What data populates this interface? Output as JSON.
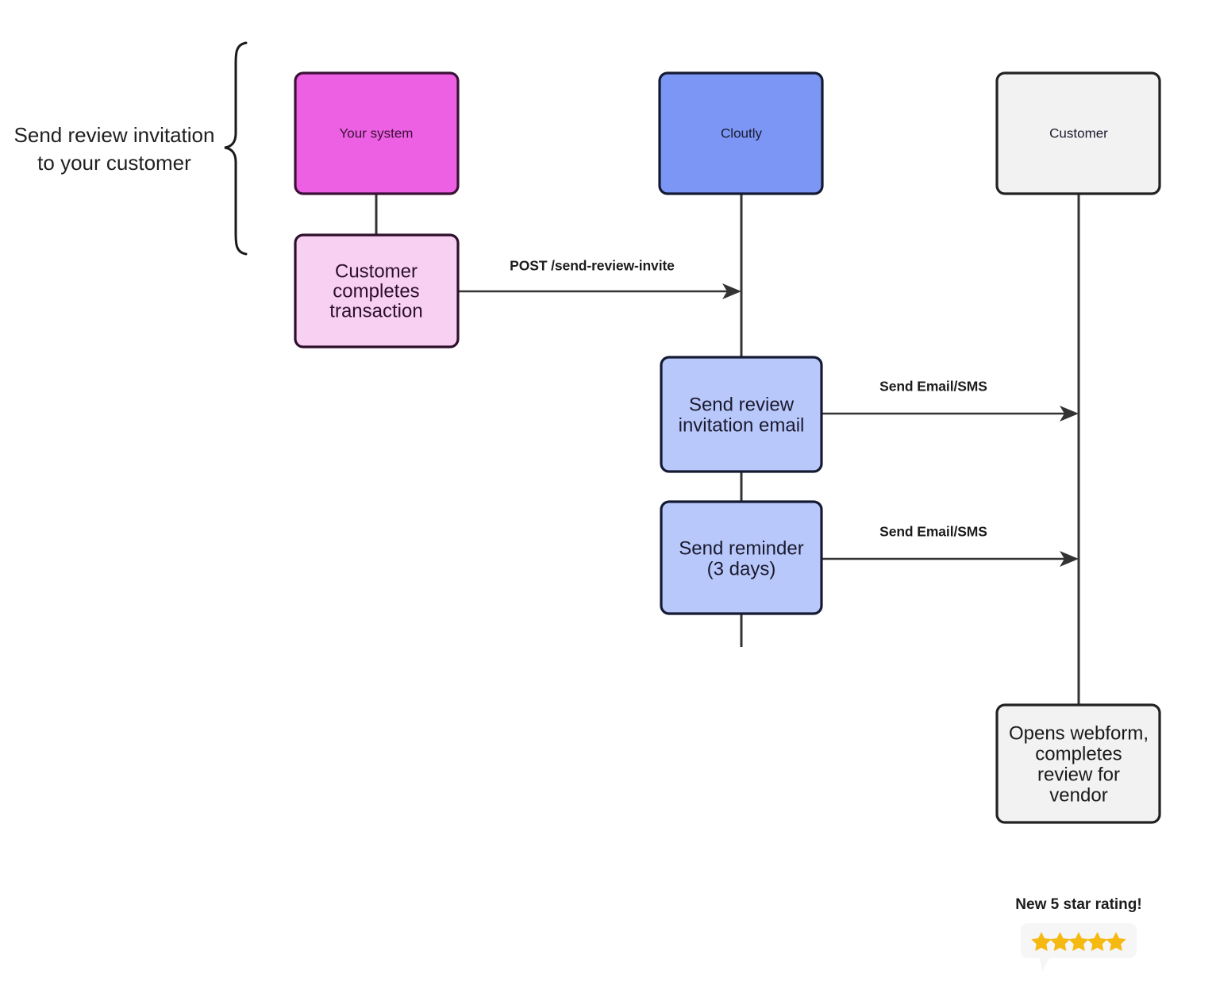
{
  "diagram": {
    "title": "Send review invitation to your customer",
    "type": "sequence-flow",
    "annotation": {
      "line1": "Send review invitation",
      "line2": "to your customer",
      "brace_icon": "curly-brace-icon"
    },
    "colors": {
      "your_system_fill": "#ed5fe3",
      "your_system_stroke": "#3a1236",
      "your_system_child_fill": "#f7d0f2",
      "cloutly_fill": "#7b96f5",
      "cloutly_stroke": "#151a33",
      "cloutly_child_fill": "#b9c8fb",
      "customer_fill": "#f2f2f2",
      "customer_stroke": "#222222",
      "connector": "#333333",
      "star": "#f5b912",
      "bubble": "#f6f6f6"
    },
    "lanes": [
      {
        "id": "your-system",
        "label": "Your system"
      },
      {
        "id": "cloutly",
        "label": "Cloutly"
      },
      {
        "id": "customer",
        "label": "Customer"
      }
    ],
    "nodes": [
      {
        "id": "your-system-header",
        "lane": "your-system",
        "label": "Your system",
        "kind": "actor"
      },
      {
        "id": "customer-completes-transaction",
        "lane": "your-system",
        "label": "Customer completes transaction",
        "lines": [
          "Customer",
          "completes",
          "transaction"
        ],
        "kind": "process"
      },
      {
        "id": "cloutly-header",
        "lane": "cloutly",
        "label": "Cloutly",
        "kind": "actor"
      },
      {
        "id": "send-review-invitation-email",
        "lane": "cloutly",
        "label": "Send review invitation email",
        "lines": [
          "Send review",
          "invitation email"
        ],
        "kind": "process"
      },
      {
        "id": "send-reminder",
        "lane": "cloutly",
        "label": "Send reminder (3 days)",
        "lines": [
          "Send reminder",
          "(3 days)"
        ],
        "kind": "process"
      },
      {
        "id": "customer-header",
        "lane": "customer",
        "label": "Customer",
        "kind": "actor"
      },
      {
        "id": "opens-webform",
        "lane": "customer",
        "label": "Opens webform, completes review for vendor",
        "lines": [
          "Opens webform,",
          "completes",
          "review for",
          "vendor"
        ],
        "kind": "process"
      }
    ],
    "messages": [
      {
        "id": "post-send-review-invite",
        "label": "POST /send-review-invite",
        "from": "customer-completes-transaction",
        "to": "cloutly"
      },
      {
        "id": "send-email-sms-1",
        "label": "Send Email/SMS",
        "from": "send-review-invitation-email",
        "to": "customer"
      },
      {
        "id": "send-email-sms-2",
        "label": "Send Email/SMS",
        "from": "send-reminder",
        "to": "customer"
      }
    ],
    "rating_callout": {
      "title": "New 5 star rating!",
      "stars": 5,
      "star_icon": "star-icon",
      "bubble_icon": "speech-bubble-icon"
    }
  }
}
